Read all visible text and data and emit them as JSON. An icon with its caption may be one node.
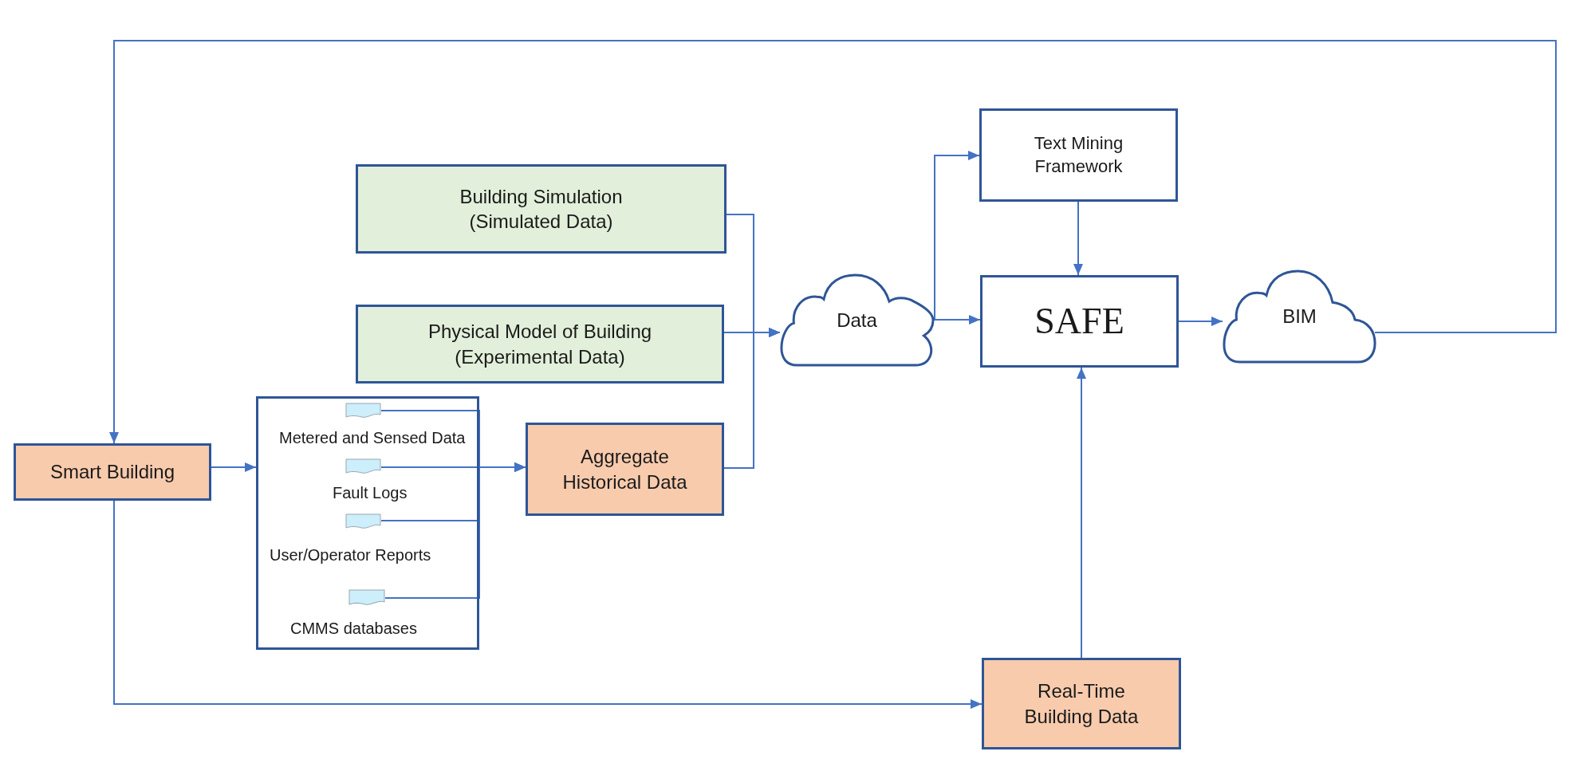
{
  "diagram": {
    "nodes": [
      {
        "text": [
          "Smart Building"
        ]
      },
      {
        "text": [],
        "shape": "box"
      },
      {
        "text": [],
        "shape": "document",
        "in": 1,
        "beside": [
          "Metered and Sensed Data"
        ]
      },
      {
        "text": [],
        "shape": "document",
        "in": 1,
        "beside": [
          "Fault Logs"
        ]
      },
      {
        "text": [],
        "shape": "document",
        "in": 1,
        "beside": [
          "User/Operator Reports"
        ]
      },
      {
        "text": [],
        "shape": "document",
        "in": 1,
        "beside": [
          "CMMS databases"
        ]
      },
      {
        "text": [
          "Building Simulation (Simulated Data)"
        ]
      },
      {
        "text": [
          "Physical Model of Building (Experimental Data)"
        ]
      },
      {
        "text": [
          "Aggregate Historical Data"
        ]
      },
      {
        "text": [
          "Data"
        ]
      },
      {
        "text": [
          "Text Mining Framework"
        ]
      },
      {
        "text": [
          "SAFE"
        ]
      },
      {
        "text": [
          "BIM"
        ]
      },
      {
        "text": [
          "Real-Time Building Data"
        ]
      }
    ],
    "edges": [
      {
        "from": 0,
        "to": 1,
        "arrow": "to"
      },
      {
        "from": 2,
        "to": 8,
        "arrow": "to"
      },
      {
        "from": 3,
        "to": 8,
        "arrow": "to"
      },
      {
        "from": 4,
        "to": 8,
        "arrow": "to"
      },
      {
        "from": 5,
        "to": 8,
        "arrow": "to"
      },
      {
        "from": 6,
        "to": 9,
        "arrow": "to"
      },
      {
        "from": 7,
        "to": 9,
        "arrow": "to"
      },
      {
        "from": 8,
        "to": 9,
        "arrow": "to"
      },
      {
        "from": 9,
        "to": 10,
        "arrow": "to"
      },
      {
        "from": 9,
        "to": 11,
        "arrow": "to"
      },
      {
        "from": 10,
        "to": 11,
        "arrow": "to"
      },
      {
        "from": 11,
        "to": 12,
        "arrow": "to"
      },
      {
        "from": 12,
        "to": 0,
        "arrow": "to"
      },
      {
        "from": 0,
        "to": 13,
        "arrow": "to"
      },
      {
        "from": 13,
        "to": 11,
        "arrow": "to"
      }
    ]
  }
}
